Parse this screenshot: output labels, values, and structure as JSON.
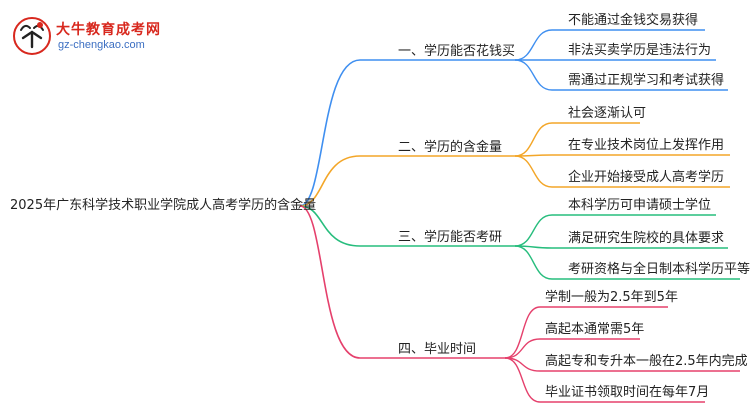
{
  "logo": {
    "name": "大牛教育成考网",
    "url": "gz-chengkao.com"
  },
  "root": "2025年广东科学技术职业学院成人高考学历的含金量",
  "branches": [
    {
      "label": "一、学历能否花钱买",
      "color": "#3f8ff0",
      "leaves": [
        "不能通过金钱交易获得",
        "非法买卖学历是违法行为",
        "需通过正规学习和考试获得"
      ]
    },
    {
      "label": "二、学历的含金量",
      "color": "#f3a628",
      "leaves": [
        "社会逐渐认可",
        "在专业技术岗位上发挥作用",
        "企业开始接受成人高考学历"
      ]
    },
    {
      "label": "三、学历能否考研",
      "color": "#27bd7d",
      "leaves": [
        "本科学历可申请硕士学位",
        "满足研究生院校的具体要求",
        "考研资格与全日制本科学历平等"
      ]
    },
    {
      "label": "四、毕业时间",
      "color": "#e5406c",
      "leaves": [
        "学制一般为2.5年到5年",
        "高起本通常需5年",
        "高起专和专升本一般在2.5年内完成",
        "毕业证书领取时间在每年7月"
      ]
    }
  ]
}
